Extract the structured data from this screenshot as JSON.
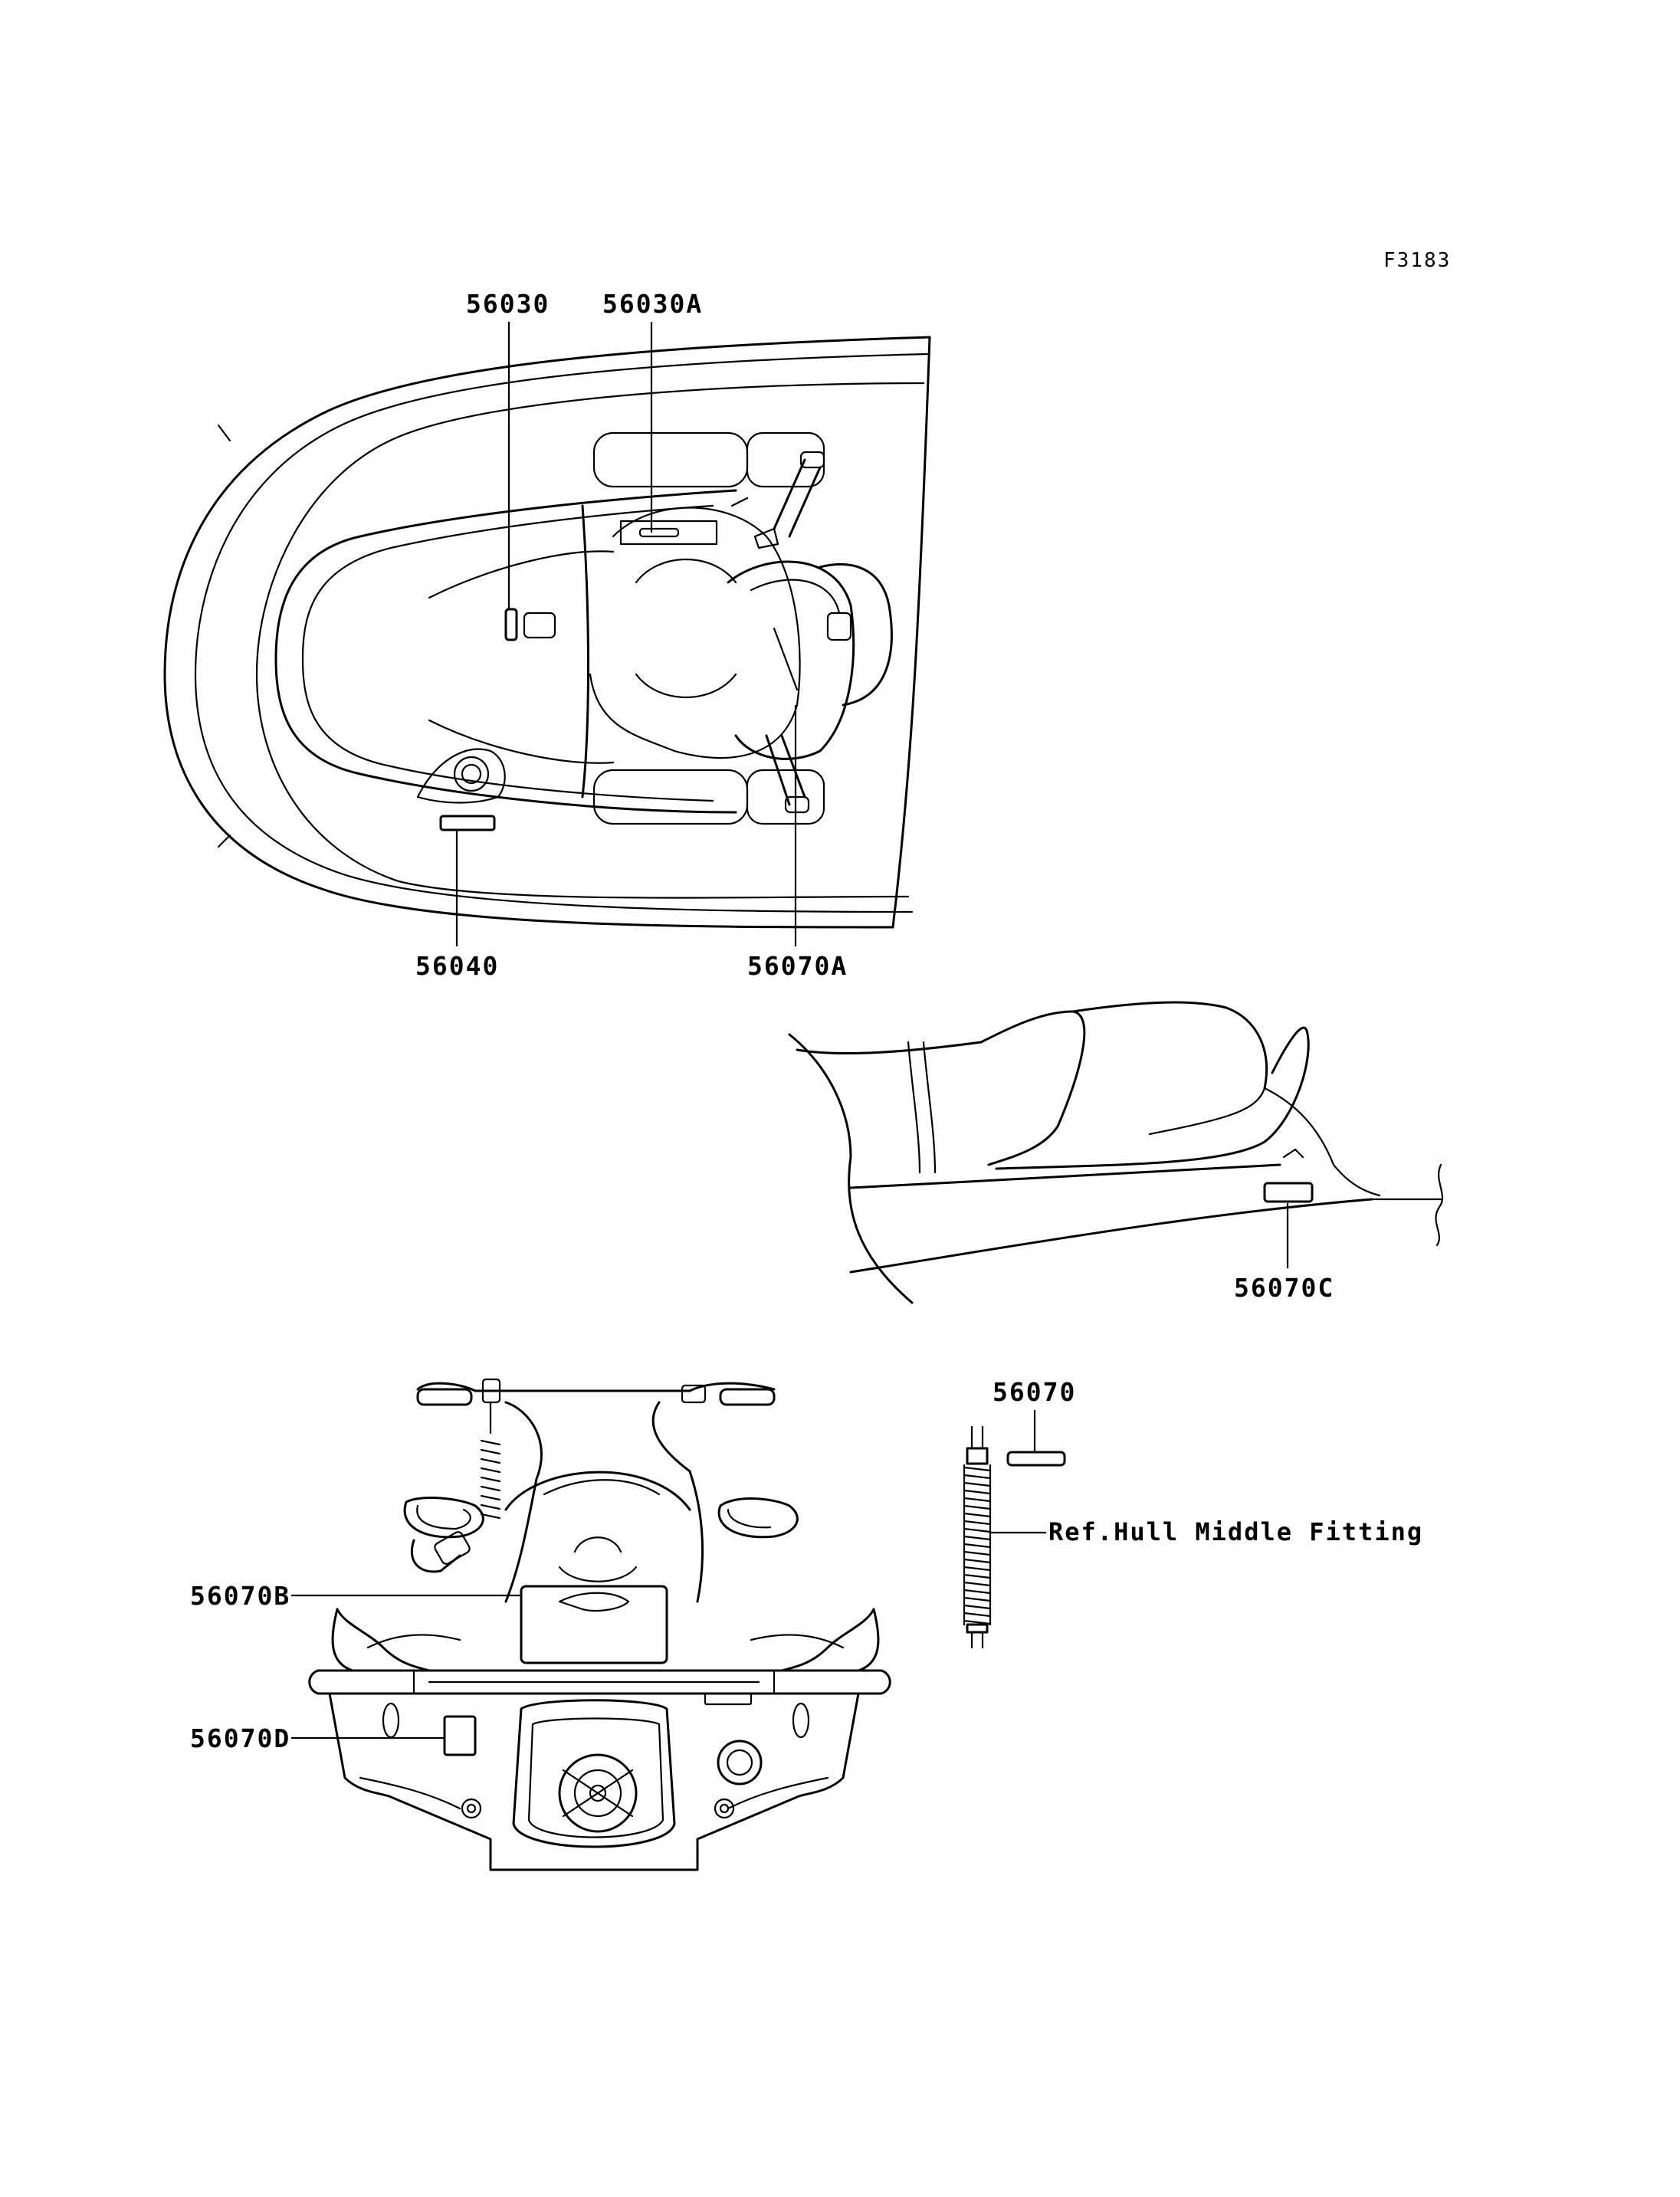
{
  "figure_code": "F3183",
  "callouts": {
    "c56030": "56030",
    "c56030A": "56030A",
    "c56040": "56040",
    "c56070A": "56070A",
    "c56070C": "56070C",
    "c56070": "56070",
    "c56070B": "56070B",
    "c56070D": "56070D",
    "ref_hull": "Ref.Hull Middle Fitting"
  }
}
